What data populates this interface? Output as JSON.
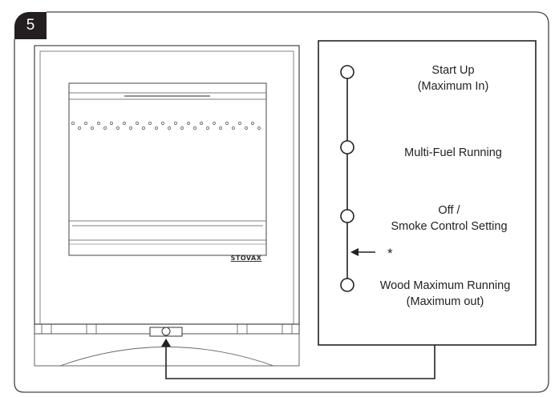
{
  "figure": {
    "step_number": "5",
    "brand": "STOVAX",
    "marker": "*",
    "positions": [
      {
        "id": "start-up",
        "line1": "Start Up",
        "line2": "(Maximum In)"
      },
      {
        "id": "multi-fuel",
        "line1": "Multi-Fuel Running",
        "line2": ""
      },
      {
        "id": "off",
        "line1": "Off /",
        "line2": "Smoke Control Setting"
      },
      {
        "id": "wood-max",
        "line1": "Wood Maximum Running",
        "line2": "(Maximum out)"
      }
    ]
  }
}
